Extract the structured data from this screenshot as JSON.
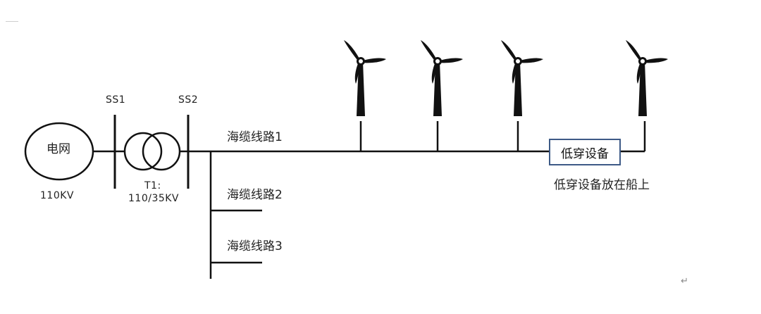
{
  "grid": {
    "label": "电网",
    "voltage": "110KV"
  },
  "switches": {
    "ss1": "SS1",
    "ss2": "SS2"
  },
  "transformer": {
    "name": "T1:",
    "ratio": "110/35KV"
  },
  "cables": [
    {
      "label": "海缆线路1"
    },
    {
      "label": "海缆线路2"
    },
    {
      "label": "海缆线路3"
    }
  ],
  "device": {
    "label": "低穿设备",
    "note": "低穿设备放在船上"
  },
  "turbines": [
    {
      "icon": "wind-turbine-icon"
    },
    {
      "icon": "wind-turbine-icon"
    },
    {
      "icon": "wind-turbine-icon"
    },
    {
      "icon": "wind-turbine-icon"
    }
  ],
  "colors": {
    "line": "#111111",
    "box_border": "#3d5a86"
  }
}
